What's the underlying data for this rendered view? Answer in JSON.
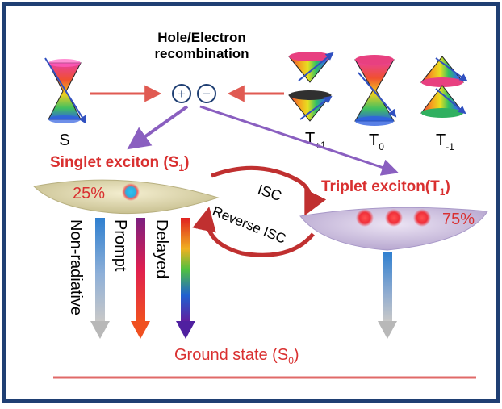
{
  "title": {
    "line1": "Hole/Electron",
    "line2": "recombination"
  },
  "charges": {
    "plus": "+",
    "minus": "−"
  },
  "spin_states": {
    "singlet": "S",
    "t_plus": {
      "base": "T",
      "sub": "+1"
    },
    "t_zero": {
      "base": "T",
      "sub": "0"
    },
    "t_minus": {
      "base": "T",
      "sub": "-1"
    }
  },
  "singlet_exciton": {
    "label_base": "Singlet exciton (S",
    "label_sub": "1",
    "label_close": ")",
    "percent": "25%"
  },
  "triplet_exciton": {
    "label_base": "Triplet exciton(T",
    "label_sub": "1",
    "label_close": ")",
    "percent": "75%"
  },
  "transitions": {
    "isc": "ISC",
    "reverse_isc": "Reverse ISC"
  },
  "decay_paths": {
    "non_radiative": "Non-radiative",
    "prompt": "Prompt",
    "delayed": "Delayed"
  },
  "ground_state": {
    "label_base": "Ground state (S",
    "label_sub": "0",
    "label_close": ")"
  },
  "colors": {
    "frame": "#1f3f73",
    "red_label": "#d93030",
    "red_arrow": "#e05a52",
    "purple_arrow": "#8a5fc0",
    "ground_line": "#e06a68",
    "singlet_dot": "#2aaee0",
    "triplet_dot": "#f0303a"
  }
}
